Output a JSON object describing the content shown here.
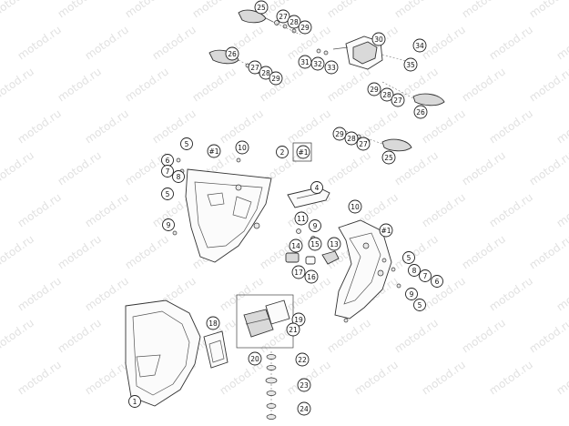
{
  "watermark": "motod.ru",
  "callouts": [
    {
      "id": "c25a",
      "label": "25"
    },
    {
      "id": "c27a",
      "label": "27"
    },
    {
      "id": "c28a",
      "label": "28"
    },
    {
      "id": "c29a",
      "label": "29"
    },
    {
      "id": "c26a",
      "label": "26"
    },
    {
      "id": "c27b",
      "label": "27"
    },
    {
      "id": "c28b",
      "label": "28"
    },
    {
      "id": "c29b",
      "label": "29"
    },
    {
      "id": "c31",
      "label": "31"
    },
    {
      "id": "c32",
      "label": "32"
    },
    {
      "id": "c33",
      "label": "33"
    },
    {
      "id": "c30",
      "label": "30"
    },
    {
      "id": "c34",
      "label": "34"
    },
    {
      "id": "c35",
      "label": "35"
    },
    {
      "id": "c29c",
      "label": "29"
    },
    {
      "id": "c28c",
      "label": "28"
    },
    {
      "id": "c27c",
      "label": "27"
    },
    {
      "id": "c26b",
      "label": "26"
    },
    {
      "id": "c29d",
      "label": "29"
    },
    {
      "id": "c28d",
      "label": "28"
    },
    {
      "id": "c27d",
      "label": "27"
    },
    {
      "id": "c25b",
      "label": "25"
    },
    {
      "id": "c5a",
      "label": "5"
    },
    {
      "id": "c1a",
      "label": "#1"
    },
    {
      "id": "c10a",
      "label": "10"
    },
    {
      "id": "c2",
      "label": "2"
    },
    {
      "id": "c1b",
      "label": "#1"
    },
    {
      "id": "c6a",
      "label": "6"
    },
    {
      "id": "c7a",
      "label": "7"
    },
    {
      "id": "c8a",
      "label": "8"
    },
    {
      "id": "c5b",
      "label": "5"
    },
    {
      "id": "c4",
      "label": "4"
    },
    {
      "id": "c9a",
      "label": "9"
    },
    {
      "id": "c10b",
      "label": "10"
    },
    {
      "id": "c11",
      "label": "11"
    },
    {
      "id": "c9b",
      "label": "9"
    },
    {
      "id": "c1c",
      "label": "#1"
    },
    {
      "id": "c14",
      "label": "14"
    },
    {
      "id": "c15",
      "label": "15"
    },
    {
      "id": "c13",
      "label": "13"
    },
    {
      "id": "c17",
      "label": "17"
    },
    {
      "id": "c16",
      "label": "16"
    },
    {
      "id": "c5c",
      "label": "5"
    },
    {
      "id": "c8b",
      "label": "8"
    },
    {
      "id": "c7b",
      "label": "7"
    },
    {
      "id": "c6b",
      "label": "6"
    },
    {
      "id": "c9c",
      "label": "9"
    },
    {
      "id": "c5d",
      "label": "5"
    },
    {
      "id": "c18",
      "label": "18"
    },
    {
      "id": "c19",
      "label": "19"
    },
    {
      "id": "c21",
      "label": "21"
    },
    {
      "id": "c20",
      "label": "20"
    },
    {
      "id": "c22",
      "label": "22"
    },
    {
      "id": "c23",
      "label": "23"
    },
    {
      "id": "c24",
      "label": "24"
    },
    {
      "id": "c1d",
      "label": "1"
    }
  ]
}
